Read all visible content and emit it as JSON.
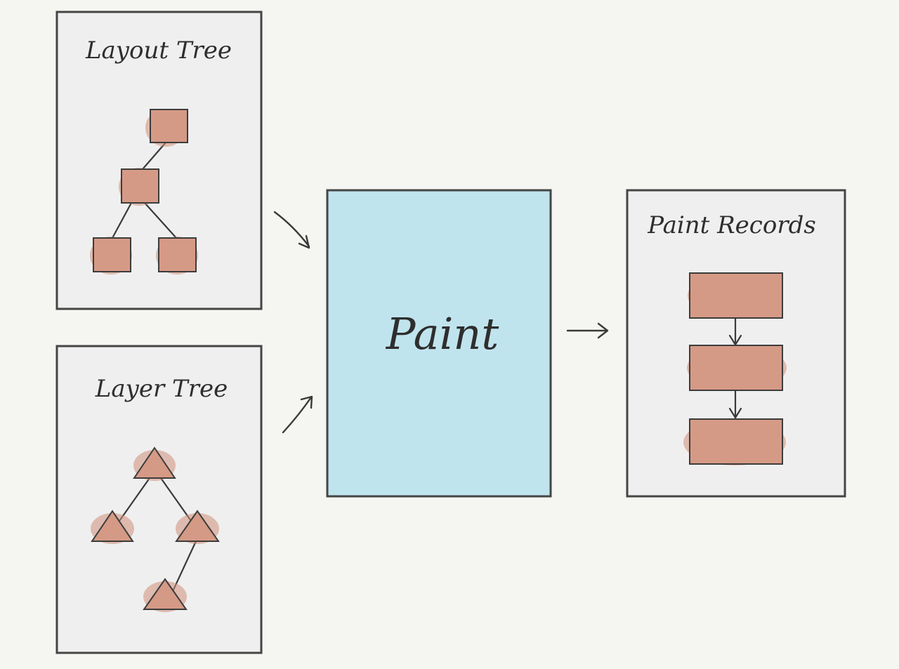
{
  "diagram": {
    "layout_tree": {
      "title": "Layout Tree",
      "node_shape": "square",
      "node_count": 4
    },
    "layer_tree": {
      "title": "Layer Tree",
      "node_shape": "triangle",
      "node_count": 4
    },
    "paint": {
      "title": "Paint"
    },
    "paint_records": {
      "title": "Paint Records",
      "record_count": 3
    },
    "flows": [
      {
        "from": "Layout Tree",
        "to": "Paint"
      },
      {
        "from": "Layer Tree",
        "to": "Paint"
      },
      {
        "from": "Paint",
        "to": "Paint Records"
      }
    ],
    "colors": {
      "background": "#f5f5f1",
      "panel": "#efefef",
      "paint_box": "#c0e4ee",
      "node_fill": "#d59a85",
      "outline": "#454545"
    }
  }
}
